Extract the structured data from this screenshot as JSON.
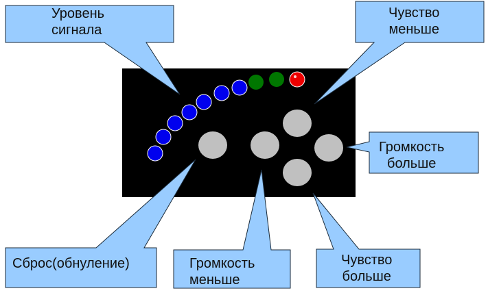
{
  "colors": {
    "callout_fill": "#99ccff",
    "callout_stroke": "#1a2a3a",
    "panel": "#000000",
    "led_blue": "#0000ee",
    "led_green": "#007700",
    "led_red": "#ee0000",
    "button": "#c0c0c0"
  },
  "leds": [
    "blue",
    "blue",
    "blue",
    "blue",
    "blue",
    "blue",
    "blue",
    "green",
    "green",
    "red"
  ],
  "callouts": {
    "signal_level": {
      "line1": "Уровень",
      "line2": "сигнала"
    },
    "sensitivity_down": {
      "line1": "Чувство",
      "line2": "меньше"
    },
    "volume_up": {
      "line1": "Громкость",
      "line2": "больше"
    },
    "reset": {
      "line1": "Сброс(обнуление)"
    },
    "volume_down": {
      "line1": "Громкость",
      "line2": "меньше"
    },
    "sensitivity_up": {
      "line1": "Чувство",
      "line2": "больше"
    }
  }
}
